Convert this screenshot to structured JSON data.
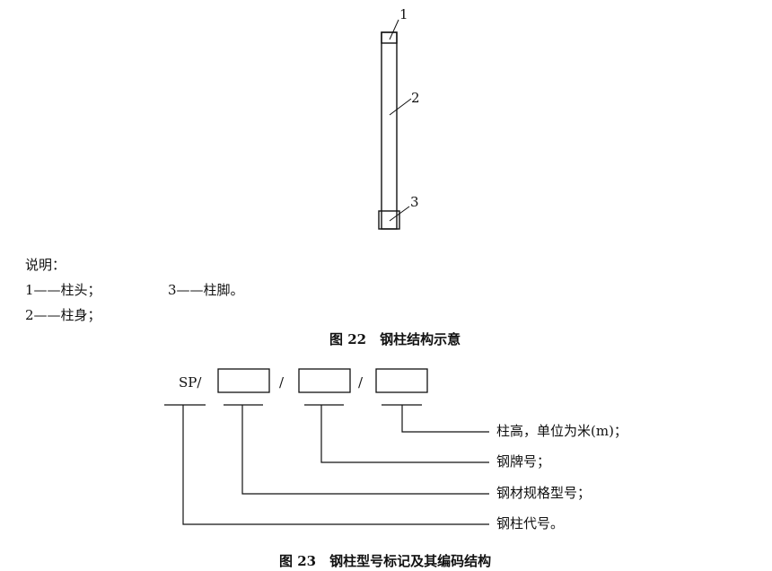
{
  "figure22": {
    "callouts": [
      "1",
      "2",
      "3"
    ],
    "legend_title": "说明：",
    "legend": [
      "1——柱头；",
      "3——柱脚。",
      "2——柱身；"
    ],
    "caption": "图 22　钢柱结构示意"
  },
  "figure23": {
    "prefix": "SP/",
    "separators": [
      "/",
      "/"
    ],
    "labels": [
      "柱高，单位为米(m)；",
      "钢牌号；",
      "钢材规格型号；",
      "钢柱代号。"
    ],
    "caption": "图 23　钢柱型号标记及其编码结构"
  }
}
